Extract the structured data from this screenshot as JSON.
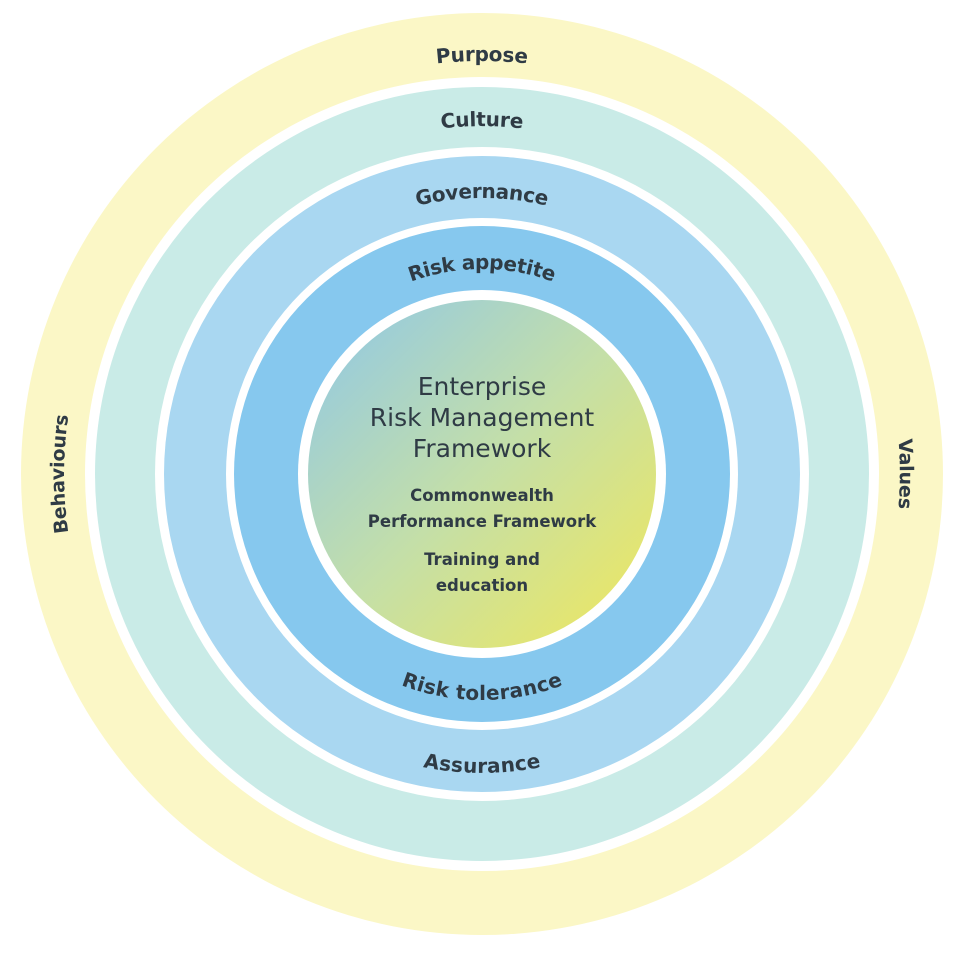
{
  "colors": {
    "purpose_ring": "#fbf7c6",
    "culture_ring": "#c9ebe7",
    "governance_ring": "#a9d7f1",
    "risk_ring": "#86c8ee",
    "separator": "#ffffff",
    "core_gradient_start": "#8ec7e8",
    "core_gradient_mid": "#c4dfa8",
    "core_gradient_end": "#f1e85a",
    "text": "#2f3b45"
  },
  "rings": {
    "purpose": "Purpose",
    "culture": "Culture",
    "governance": "Governance",
    "risk_appetite": "Risk appetite",
    "risk_tolerance": "Risk tolerance",
    "assurance": "Assurance",
    "behaviours": "Behaviours",
    "values": "Values"
  },
  "core": {
    "title_line1": "Enterprise",
    "title_line2": "Risk Management",
    "title_line3": "Framework",
    "sub1_line1": "Commonwealth",
    "sub1_line2": "Performance Framework",
    "sub2_line1": "Training and",
    "sub2_line2": "education"
  }
}
